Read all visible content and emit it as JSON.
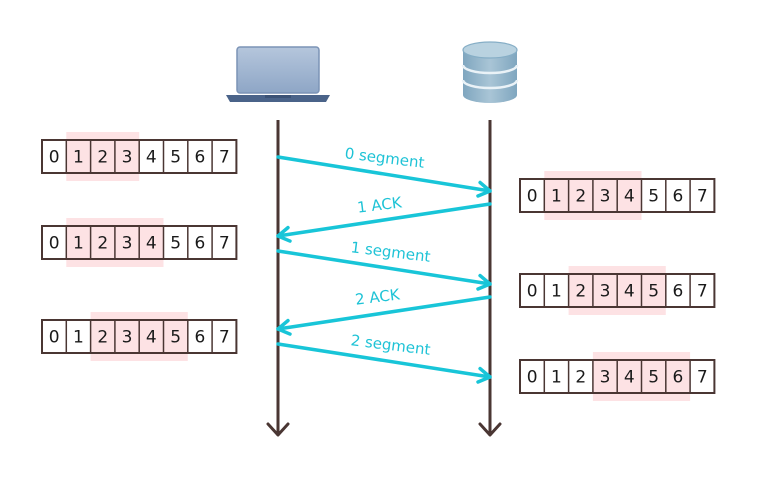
{
  "colors": {
    "accent": "#18c5d8",
    "timeline": "#4a3633",
    "cell_border": "#4a3633",
    "window_highlight": "#fde2e4",
    "laptop_body": "#a8bcd6",
    "laptop_base": "#4a6389",
    "database": "#8fb3c9"
  },
  "icons": {
    "client": "laptop-icon",
    "server": "database-icon"
  },
  "client_arrays": [
    {
      "cells": [
        "0",
        "1",
        "2",
        "3",
        "4",
        "5",
        "6",
        "7"
      ],
      "window": [
        1,
        3
      ]
    },
    {
      "cells": [
        "0",
        "1",
        "2",
        "3",
        "4",
        "5",
        "6",
        "7"
      ],
      "window": [
        1,
        4
      ]
    },
    {
      "cells": [
        "0",
        "1",
        "2",
        "3",
        "4",
        "5",
        "6",
        "7"
      ],
      "window": [
        2,
        5
      ]
    }
  ],
  "server_arrays": [
    {
      "cells": [
        "0",
        "1",
        "2",
        "3",
        "4",
        "5",
        "6",
        "7"
      ],
      "window": [
        1,
        4
      ]
    },
    {
      "cells": [
        "0",
        "1",
        "2",
        "3",
        "4",
        "5",
        "6",
        "7"
      ],
      "window": [
        2,
        5
      ]
    },
    {
      "cells": [
        "0",
        "1",
        "2",
        "3",
        "4",
        "5",
        "6",
        "7"
      ],
      "window": [
        3,
        6
      ]
    }
  ],
  "messages": [
    {
      "label": "0 segment",
      "direction": "to-server"
    },
    {
      "label": "1 ACK",
      "direction": "to-client"
    },
    {
      "label": "1 segment",
      "direction": "to-server"
    },
    {
      "label": "2 ACK",
      "direction": "to-client"
    },
    {
      "label": "2 segment",
      "direction": "to-server"
    }
  ]
}
